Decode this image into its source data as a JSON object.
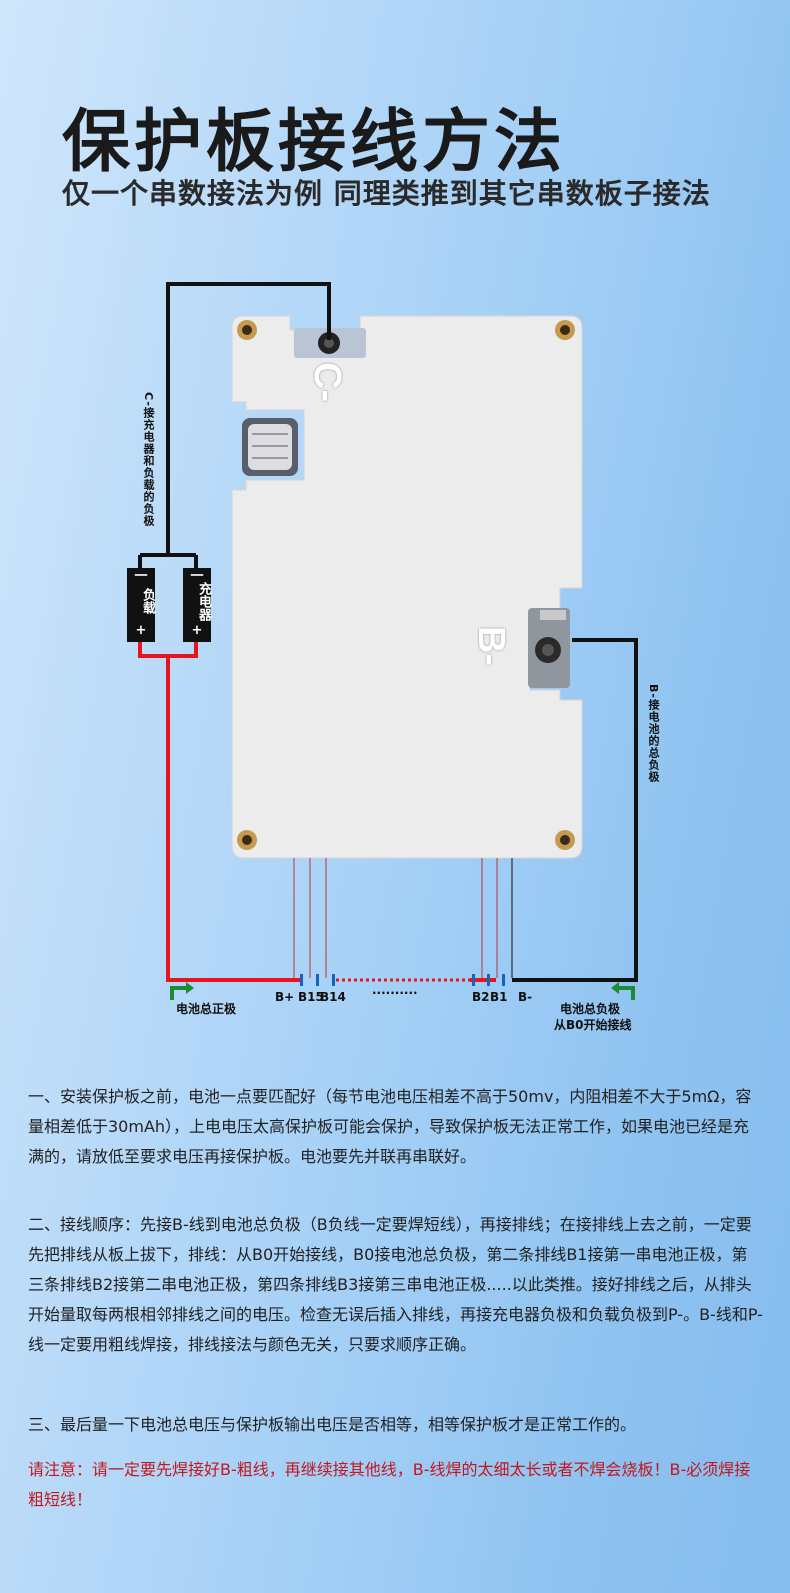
{
  "header": {
    "title": "保护板接线方法",
    "subtitle": "仅一个串数接法为例 同理类推到其它串数板子接法"
  },
  "diagram": {
    "board_label_c": "C-",
    "board_label_b": "B-",
    "c_wire_label": "C-接充电器和负载的负极",
    "b_wire_label": "B-接电池的总负极",
    "load_box": {
      "minus": "一",
      "name": "负载",
      "plus": "+"
    },
    "charger_box": {
      "minus": "一",
      "name": "充电器",
      "plus": "+"
    },
    "pins": [
      "B+",
      "B15",
      "B14",
      "··········",
      "B2",
      "B1",
      "B-"
    ],
    "battery_positive_label": "电池总正极",
    "battery_negative_label": "电池总负极",
    "battery_negative_sub": "从B0开始接线",
    "colors": {
      "positive_wire": "#e8141c",
      "negative_wire": "#111111",
      "arrow": "#1f8a35",
      "board": "#ededee"
    }
  },
  "instructions": {
    "p1": "一、安装保护板之前，电池一点要匹配好（每节电池电压相差不高于50mv，内阻相差不大于5mΩ，容量相差低于30mAh），上电电压太高保护板可能会保护，导致保护板无法正常工作，如果电池已经是充满的，请放低至要求电压再接保护板。电池要先并联再串联好。",
    "p2": "二、接线顺序：先接B-线到电池总负极（B负线一定要焊短线），再接排线；在接排线上去之前，一定要先把排线从板上拔下，排线：从B0开始接线，B0接电池总负极，第二条排线B1接第一串电池正极，第三条排线B2接第二串电池正极，第四条排线B3接第三串电池正极.....以此类推。接好排线之后，从排头开始量取每两根相邻排线之间的电压。检查无误后插入排线，再接充电器负极和负载负极到P-。B-线和P-线一定要用粗线焊接，排线接法与颜色无关，只要求顺序正确。",
    "p3": "三、最后量一下电池总电压与保护板输出电压是否相等，相等保护板才是正常工作的。",
    "note": "请注意：请一定要先焊接好B-粗线，再继续接其他线，B-线焊的太细太长或者不焊会烧板！B-必须焊接粗短线！"
  }
}
